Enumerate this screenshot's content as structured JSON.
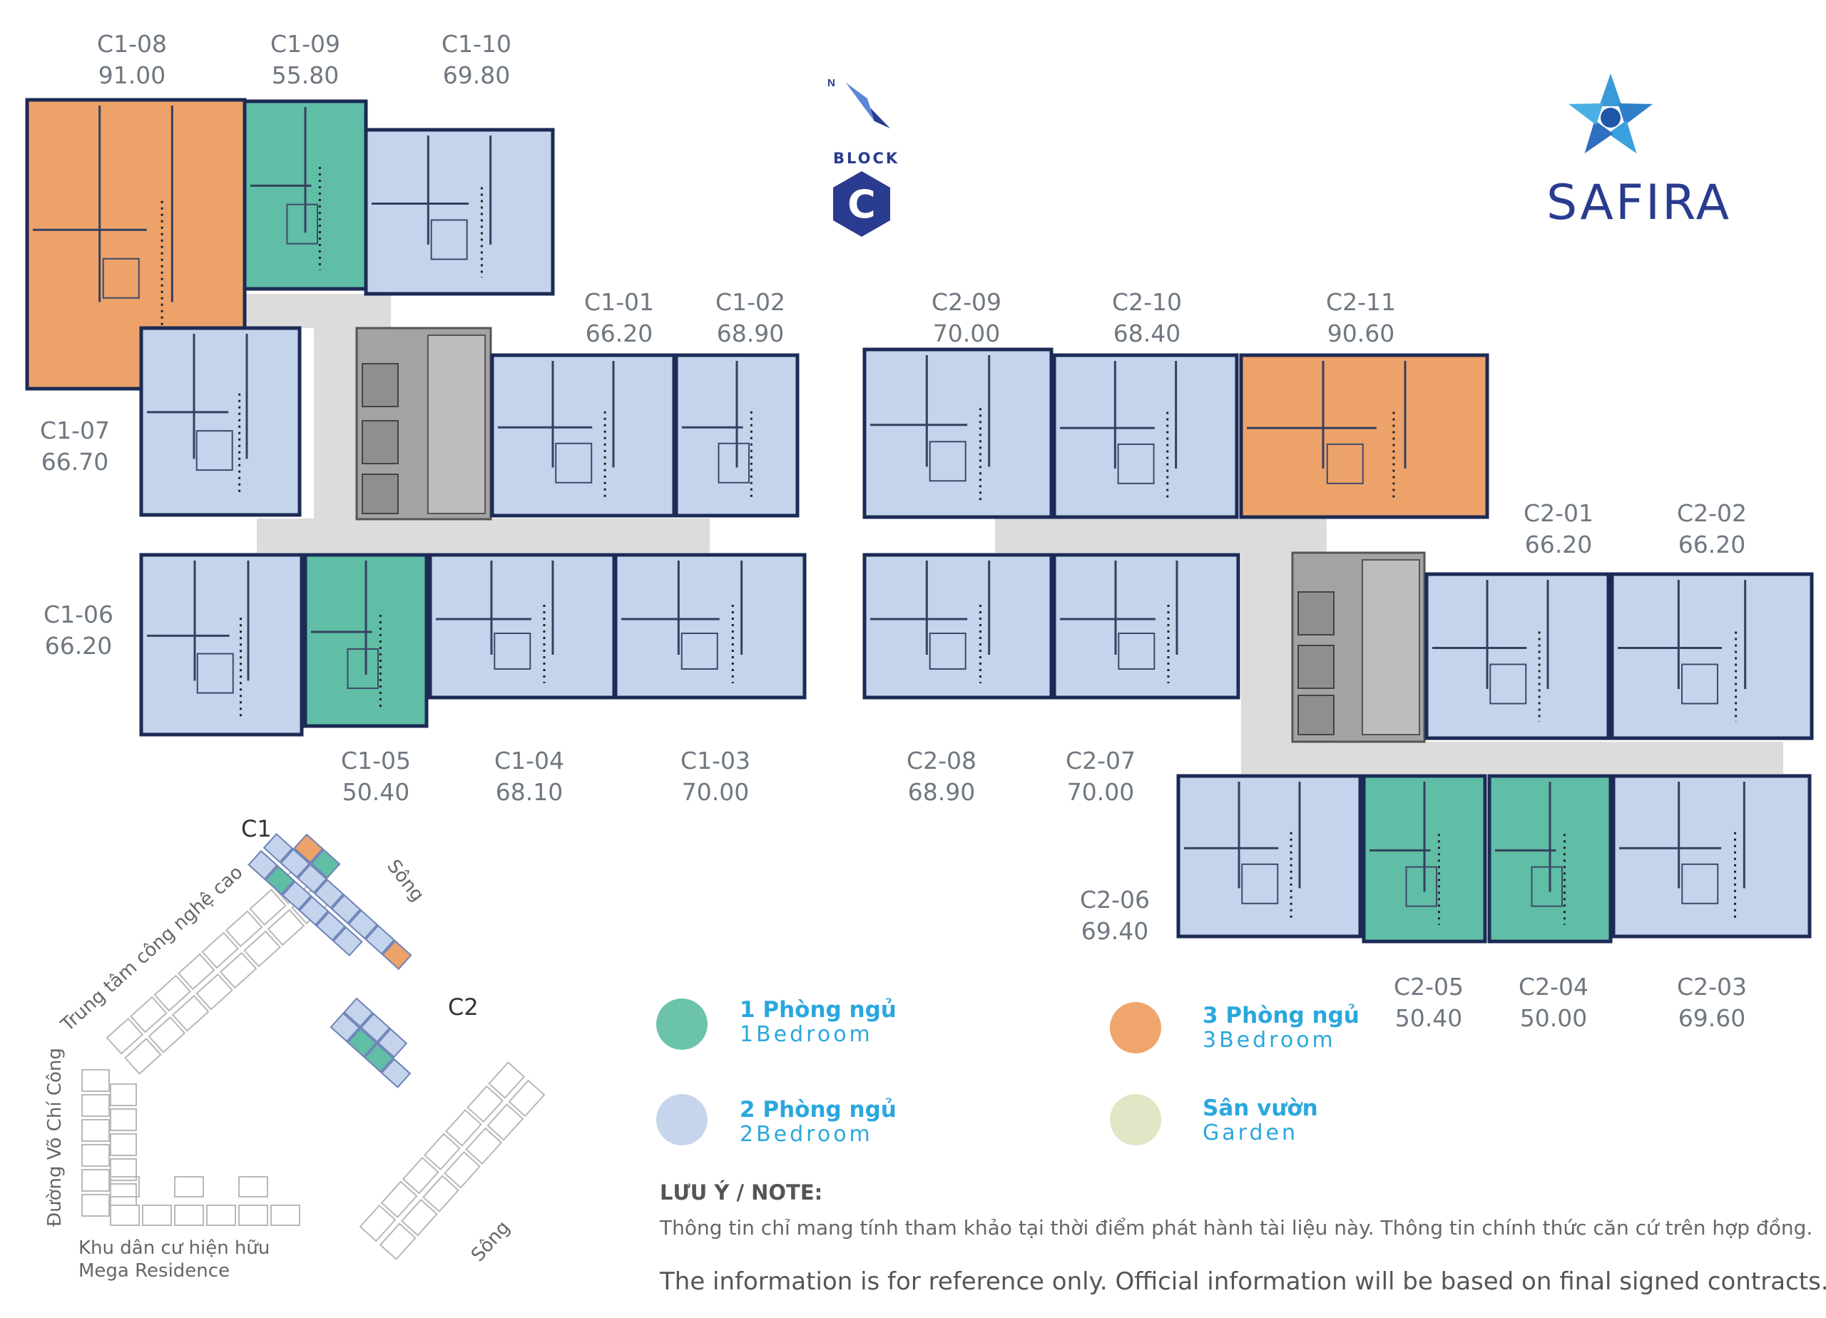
{
  "units": [
    {
      "code": "C1-08",
      "area": "91.00",
      "type": "3br"
    },
    {
      "code": "C1-09",
      "area": "55.80",
      "type": "1br"
    },
    {
      "code": "C1-10",
      "area": "69.80",
      "type": "2br"
    },
    {
      "code": "C1-07",
      "area": "66.70",
      "type": "2br"
    },
    {
      "code": "C1-01",
      "area": "66.20",
      "type": "2br"
    },
    {
      "code": "C1-02",
      "area": "68.90",
      "type": "2br"
    },
    {
      "code": "C2-09",
      "area": "70.00",
      "type": "2br"
    },
    {
      "code": "C2-10",
      "area": "68.40",
      "type": "2br"
    },
    {
      "code": "C2-11",
      "area": "90.60",
      "type": "3br"
    },
    {
      "code": "C1-06",
      "area": "66.20",
      "type": "2br"
    },
    {
      "code": "C1-05",
      "area": "50.40",
      "type": "1br"
    },
    {
      "code": "C1-04",
      "area": "68.10",
      "type": "2br"
    },
    {
      "code": "C1-03",
      "area": "70.00",
      "type": "2br"
    },
    {
      "code": "C2-08",
      "area": "68.90",
      "type": "2br"
    },
    {
      "code": "C2-07",
      "area": "70.00",
      "type": "2br"
    },
    {
      "code": "C2-01",
      "area": "66.20",
      "type": "2br"
    },
    {
      "code": "C2-02",
      "area": "66.20",
      "type": "2br"
    },
    {
      "code": "C2-06",
      "area": "69.40",
      "type": "2br"
    },
    {
      "code": "C2-05",
      "area": "50.40",
      "type": "1br"
    },
    {
      "code": "C2-04",
      "area": "50.00",
      "type": "1br"
    },
    {
      "code": "C2-03",
      "area": "69.60",
      "type": "2br"
    }
  ],
  "colors": {
    "br1": "#5fbea5",
    "br2": "#c3d4ec",
    "br3": "#eda26a",
    "garden": "#dfe7c6",
    "corridor": "#d9d9d9",
    "core": "#9a9a9a",
    "wall": "#1c2a55",
    "brand": "#2a3c8f",
    "legend_text": "#2aa7dd"
  },
  "compass": {
    "north": "N"
  },
  "block": {
    "label": "BLOCK",
    "letter": "C"
  },
  "brand": {
    "name": "SAFIRA"
  },
  "legend": [
    {
      "key": "br1",
      "vn": "1 Phòng ngủ",
      "en": "1Bedroom"
    },
    {
      "key": "br3",
      "vn": "3 Phòng ngủ",
      "en": "3Bedroom"
    },
    {
      "key": "br2",
      "vn": "2 Phòng ngủ",
      "en": "2Bedroom"
    },
    {
      "key": "garden",
      "vn": "Sân vườn",
      "en": "Garden"
    }
  ],
  "note": {
    "title": "LƯU Ý / NOTE:",
    "vn": "Thông tin chỉ mang tính tham khảo tại thời điểm phát hành tài liệu này. Thông tin chính thức căn cứ trên hợp đồng.",
    "en": "The information is for reference only. Official information will be based on final signed contracts."
  },
  "site_map": {
    "c1": "C1",
    "c2": "C2",
    "river1": "Sông",
    "river2": "Sông",
    "tech_center": "Trung tâm công nghệ cao",
    "road": "Đường Võ Chí Công",
    "residence_1": "Khu dân cư hiện hữu",
    "residence_2": "Mega Residence"
  }
}
